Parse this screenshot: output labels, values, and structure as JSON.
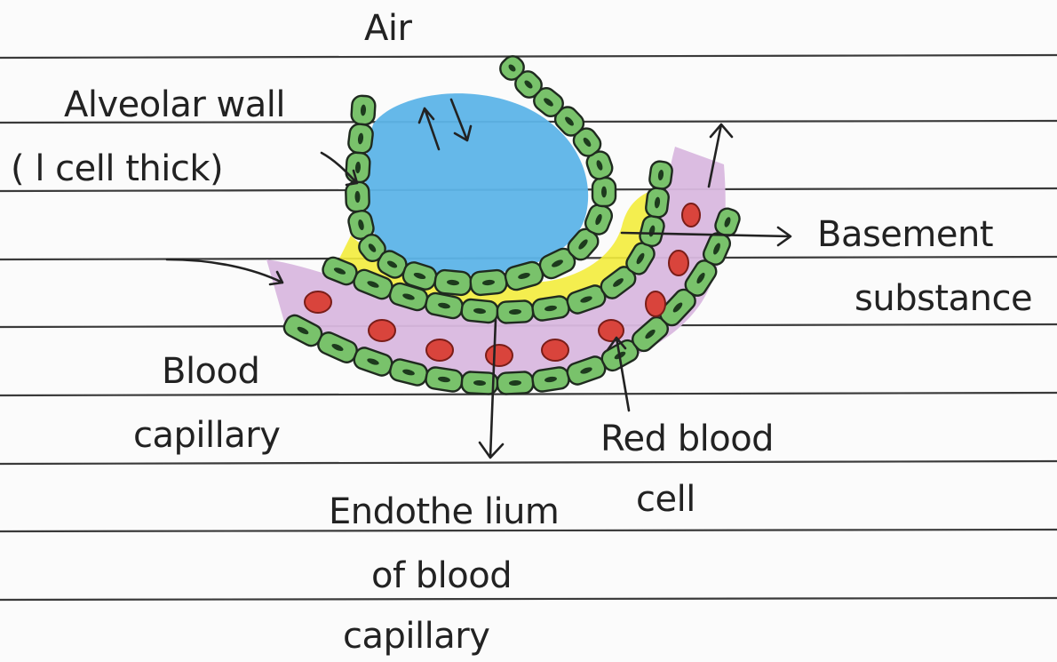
{
  "labels": {
    "air": "Air",
    "alveolar_wall": "Alveolar wall",
    "alveolar_wall_note": "( l cell thick)",
    "basement_1": "Basement",
    "basement_2": "substance",
    "blood_capillary_1": "Blood",
    "blood_capillary_2": "capillary",
    "red_blood_cell_1": "Red blood",
    "red_blood_cell_2": "cell",
    "endothelium_1": "Endothe lium",
    "endothelium_2": "of blood",
    "endothelium_3": "capillary"
  },
  "colors": {
    "ruled_line": "#3a3a3a",
    "air_blue": "#5db4e8",
    "basement_yellow": "#f3ec3c",
    "plasma_violet": "#d9b8df",
    "cell_green": "#79c26b",
    "cell_outline": "#1f2a1f",
    "rbc_red": "#d9443c",
    "ink": "#222222"
  }
}
